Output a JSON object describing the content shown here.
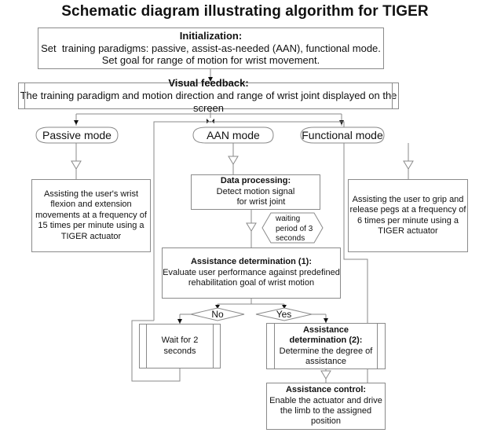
{
  "title": "Schematic diagram illustrating algorithm for TIGER",
  "initialization": {
    "heading": "Initialization:",
    "line1": "Set  training paradigms: passive, assist-as-needed (AAN), functional mode.",
    "line2": "Set goal for range of motion for wrist movement."
  },
  "visual_feedback": {
    "heading": "Visual feedback:",
    "line1": "The training paradigm and motion direction and range of wrist joint displayed on the screen"
  },
  "modes": {
    "passive": "Passive mode",
    "aan": "AAN mode",
    "functional": "Functional mode"
  },
  "passive_action": {
    "lines": [
      "Assisting the user's wrist",
      "flexion and extension",
      "movements at a frequency of",
      "15 times per minute using a",
      "TIGER actuator"
    ]
  },
  "functional_action": {
    "lines": [
      "Assisting the user to grip and",
      "release pegs at a frequency of",
      "6 times per minute using a",
      "TIGER actuator"
    ]
  },
  "data_processing": {
    "heading": "Data processing:",
    "line1": "Detect motion signal",
    "line2": "for wrist joint"
  },
  "waiting": {
    "lines": [
      "waiting",
      "period of 3",
      "seconds"
    ]
  },
  "assistance_determination_1": {
    "heading": "Assistance determination (1):",
    "line1": "Evaluate user performance against predefined",
    "line2": "rehabilitation goal of wrist motion"
  },
  "decisions": {
    "no": "No",
    "yes": "Yes"
  },
  "wait_box": {
    "line1": "Wait for 2",
    "line2": "seconds"
  },
  "assistance_determination_2": {
    "heading1": "Assistance",
    "heading2": "determination (2):",
    "line1": "Determine the degree of",
    "line2": "assistance"
  },
  "assistance_control": {
    "heading": "Assistance control:",
    "line1": "Enable the actuator and drive",
    "line2": "the limb to the assigned",
    "line3": "position"
  },
  "colors": {
    "line": "#8a8a8a",
    "arrow": "#111111",
    "text": "#111111"
  }
}
